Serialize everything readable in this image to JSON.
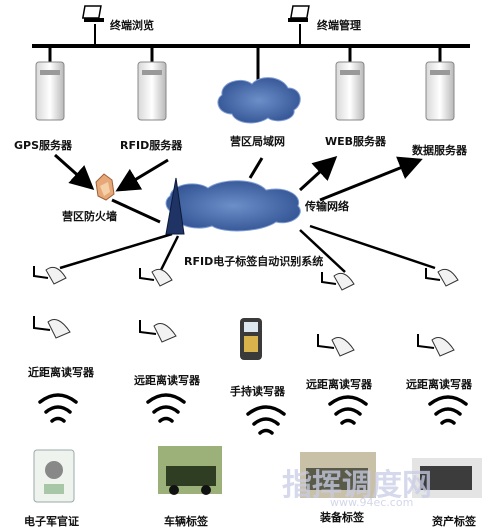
{
  "top": {
    "browse_label": "终端浏览",
    "manage_label": "终端管理"
  },
  "servers": [
    {
      "label": "GPS服务器"
    },
    {
      "label": "RFID服务器"
    },
    {
      "label": "WEB服务器"
    },
    {
      "label": "数据服务器"
    }
  ],
  "lan_label": "营区局域网",
  "firewall_label": "营区防火墙",
  "transport_label": "传输网络",
  "rfid_system_label": "RFID电子标签自动识别系统",
  "readers": [
    {
      "label": "近距离读写器"
    },
    {
      "label": "远距离读写器"
    },
    {
      "label": "手持读写器"
    },
    {
      "label": "远距离读写器"
    },
    {
      "label": "远距离读写器"
    }
  ],
  "tags": [
    {
      "label": "电子军官证"
    },
    {
      "label": "车辆标签"
    },
    {
      "label": "装备标签"
    },
    {
      "label": "资产标签"
    }
  ],
  "watermark": {
    "text": "指挥调度网",
    "url": "www.94ec.com"
  }
}
